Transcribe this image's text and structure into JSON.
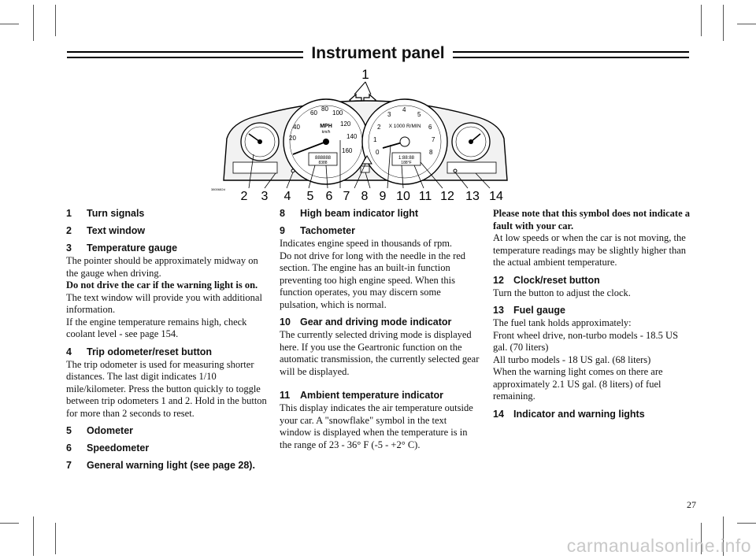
{
  "header": {
    "title": "Instrument panel"
  },
  "figure": {
    "code": "3800682d",
    "top_callout": "1",
    "bottom_callouts": [
      "2",
      "3",
      "4",
      "5",
      "6",
      "7",
      "8",
      "9",
      "10",
      "11",
      "12",
      "13",
      "14"
    ],
    "speedo_top_ticks": [
      "60",
      "80",
      "100"
    ],
    "speedo_left_ticks": [
      "40",
      "20"
    ],
    "speedo_right_ticks": [
      "120",
      "140",
      "160"
    ],
    "speedo_unit": "MPH",
    "speedo_kmh": "km/h",
    "tacho_label": "X 1000 R/MIN",
    "tacho_ticks": [
      "0",
      "1",
      "2",
      "3",
      "4",
      "5",
      "6",
      "7",
      "8"
    ],
    "trip_display": "888888",
    "trip_display_sub": "8388",
    "clock_display": "1:88:88",
    "temp_display": "188°F"
  },
  "columns": {
    "left": [
      {
        "num": "1",
        "title": "Turn signals"
      },
      {
        "num": "2",
        "title": "Text window"
      },
      {
        "num": "3",
        "title": "Temperature gauge",
        "lines": [
          {
            "text": "The pointer should be approximately midway on the gauge when driving."
          },
          {
            "bold": "Do not drive the car if the warning light is on.",
            "text": "The text window will provide you with additional information."
          },
          {
            "text": "If the engine temperature remains high, check coolant level - see page 154."
          }
        ]
      },
      {
        "num": "4",
        "title": "Trip odometer/reset button",
        "lines": [
          {
            "text": "The trip odometer is used for measuring shorter distances. The last digit indicates 1/10 mile/kilometer.  Press the button quickly to toggle between trip odometers 1 and 2. Hold in the button for more than 2 seconds to reset."
          }
        ]
      },
      {
        "num": "5",
        "title": "Odometer"
      },
      {
        "num": "6",
        "title": "Speedometer"
      },
      {
        "num": "7",
        "title": "General warning light (see page 28)."
      }
    ],
    "middle": [
      {
        "num": "8",
        "title": "High beam indicator light"
      },
      {
        "num": "9",
        "title": "Tachometer",
        "lines": [
          {
            "text": "Indicates engine speed in thousands of rpm."
          },
          {
            "text": "Do not drive for long with the needle in the red section. The engine has an built-in function preventing too high engine speed. When this function operates, you may discern some pulsation, which is normal."
          }
        ]
      },
      {
        "num": "10",
        "title": "Gear and driving mode indicator",
        "lines": [
          {
            "text": "The currently selected driving mode is displayed here. If you use the Geartronic function on the automatic transmission, the currently selected gear will be displayed."
          }
        ]
      },
      {
        "num": "11",
        "title": "Ambient temperature indicator",
        "lines": [
          {
            "text": "This display indicates the air temperature outside your car. A \"snowflake\" symbol in the text window is displayed when the temperature is in the range of 23 - 36° F (-5 - +2° C)."
          }
        ]
      }
    ],
    "right": {
      "note_bold": "Please note that this symbol does not indicate a fault with your car.",
      "note_text": "At low speeds or when the car is not moving, the temperature readings may be slightly higher than the actual ambient temperature.",
      "items": [
        {
          "num": "12",
          "title": "Clock/reset button",
          "lines": [
            {
              "text": "Turn the button to adjust the clock."
            }
          ]
        },
        {
          "num": "13",
          "title": "Fuel gauge",
          "lines": [
            {
              "text": "The fuel tank holds approximately:"
            },
            {
              "text": "Front wheel drive, non-turbo models - 18.5 US gal. (70 liters)"
            },
            {
              "text": "All turbo models - 18 US gal. (68 liters)"
            },
            {
              "text": "When the warning light  comes on there are approximately 2.1 US gal. (8 liters) of fuel remaining."
            }
          ]
        },
        {
          "num": "14",
          "title": "Indicator and warning lights"
        }
      ]
    }
  },
  "footer": {
    "page_number": "27"
  },
  "watermark": "carmanualsonline.info"
}
